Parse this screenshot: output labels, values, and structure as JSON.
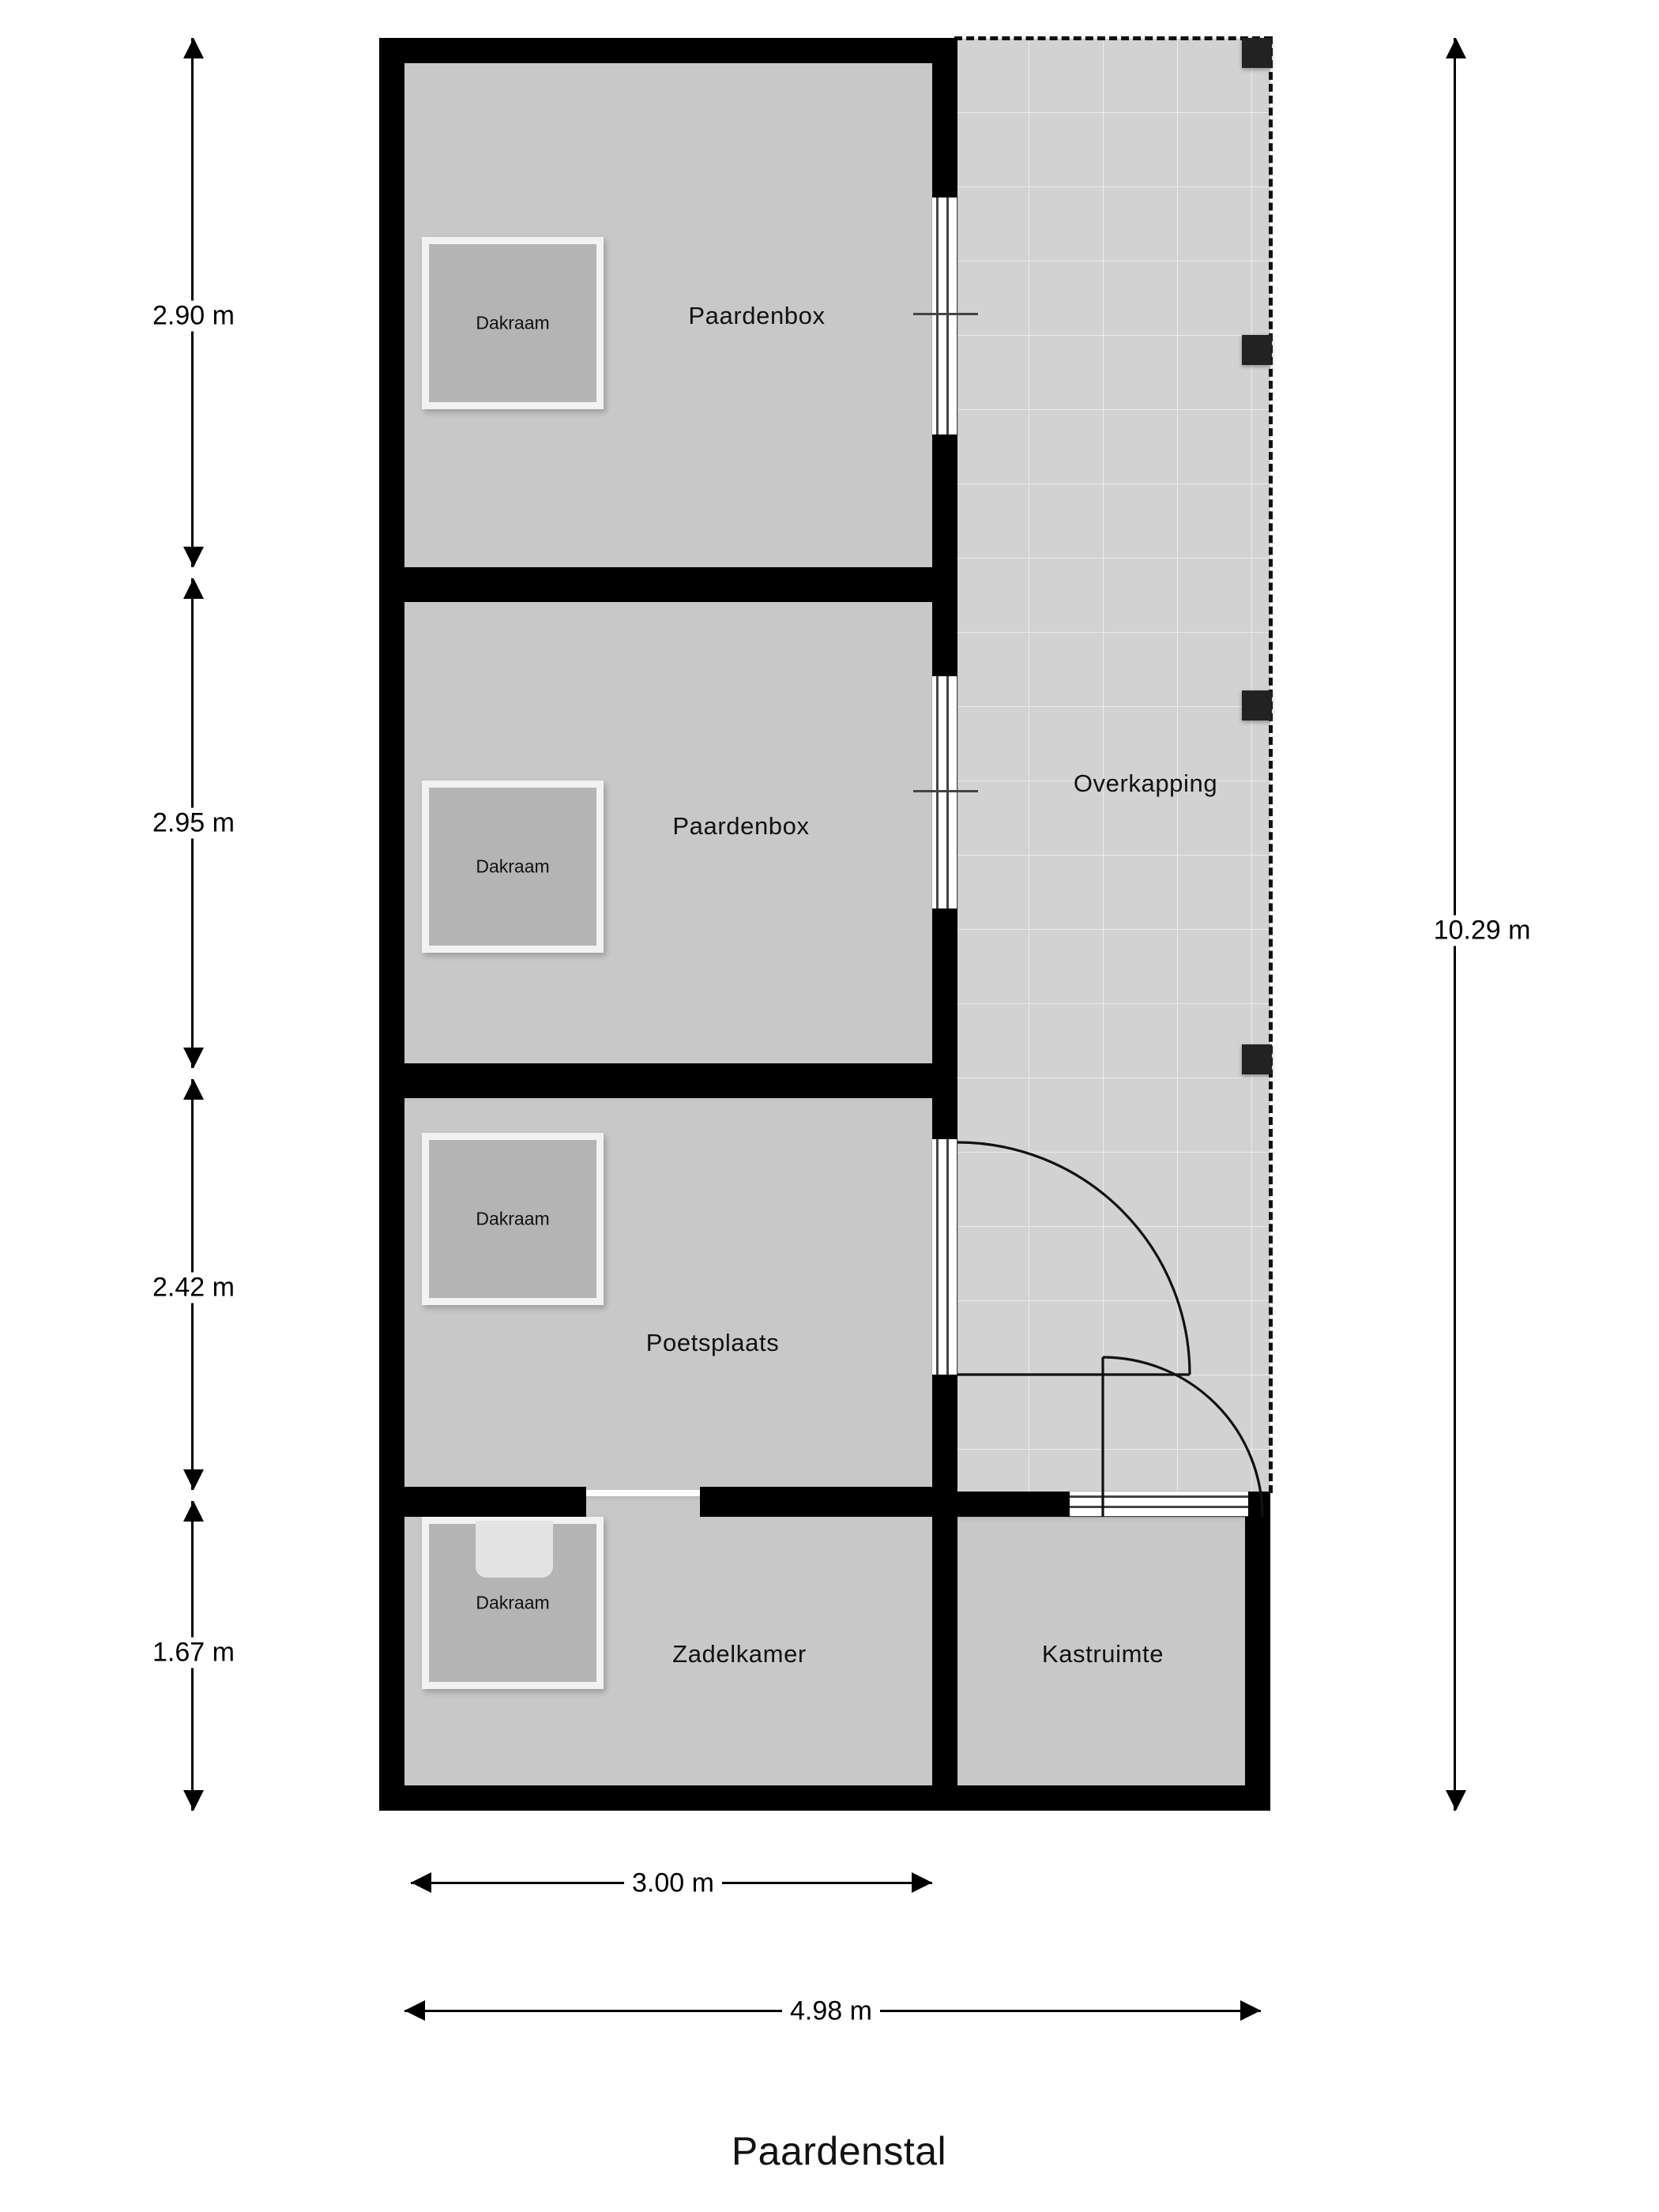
{
  "title": "Paardenstal",
  "colors": {
    "wall": "#000000",
    "room_fill": "#c8c8c8",
    "overkapping_fill": "#d2d2d2",
    "skylight_fill": "#b4b4b4",
    "skylight_frame": "#f2f2f2",
    "pillar": "#222222",
    "text": "#111111"
  },
  "rooms": [
    {
      "name": "paardenbox-top",
      "label": "Paardenbox"
    },
    {
      "name": "paardenbox-middle",
      "label": "Paardenbox"
    },
    {
      "name": "poetsplaats",
      "label": "Poetsplaats"
    },
    {
      "name": "zadelkamer",
      "label": "Zadelkamer"
    },
    {
      "name": "kastruimte",
      "label": "Kastruimte"
    },
    {
      "name": "overkapping",
      "label": "Overkapping"
    }
  ],
  "skylights": [
    {
      "name": "dakraam-paardenbox-top",
      "label": "Dakraam"
    },
    {
      "name": "dakraam-paardenbox-middle",
      "label": "Dakraam"
    },
    {
      "name": "dakraam-poetsplaats",
      "label": "Dakraam"
    },
    {
      "name": "dakraam-zadelkamer",
      "label": "Dakraam"
    }
  ],
  "dimensions": {
    "left": [
      {
        "name": "dim-paardenbox-top",
        "value": "2.90 m"
      },
      {
        "name": "dim-paardenbox-middle",
        "value": "2.95 m"
      },
      {
        "name": "dim-poetsplaats",
        "value": "2.42 m"
      },
      {
        "name": "dim-zadelkamer",
        "value": "1.67 m"
      }
    ],
    "right": [
      {
        "name": "dim-total-depth",
        "value": "10.29 m"
      }
    ],
    "bottom": [
      {
        "name": "dim-building-width",
        "value": "3.00 m"
      },
      {
        "name": "dim-total-width",
        "value": "4.98 m"
      }
    ]
  }
}
